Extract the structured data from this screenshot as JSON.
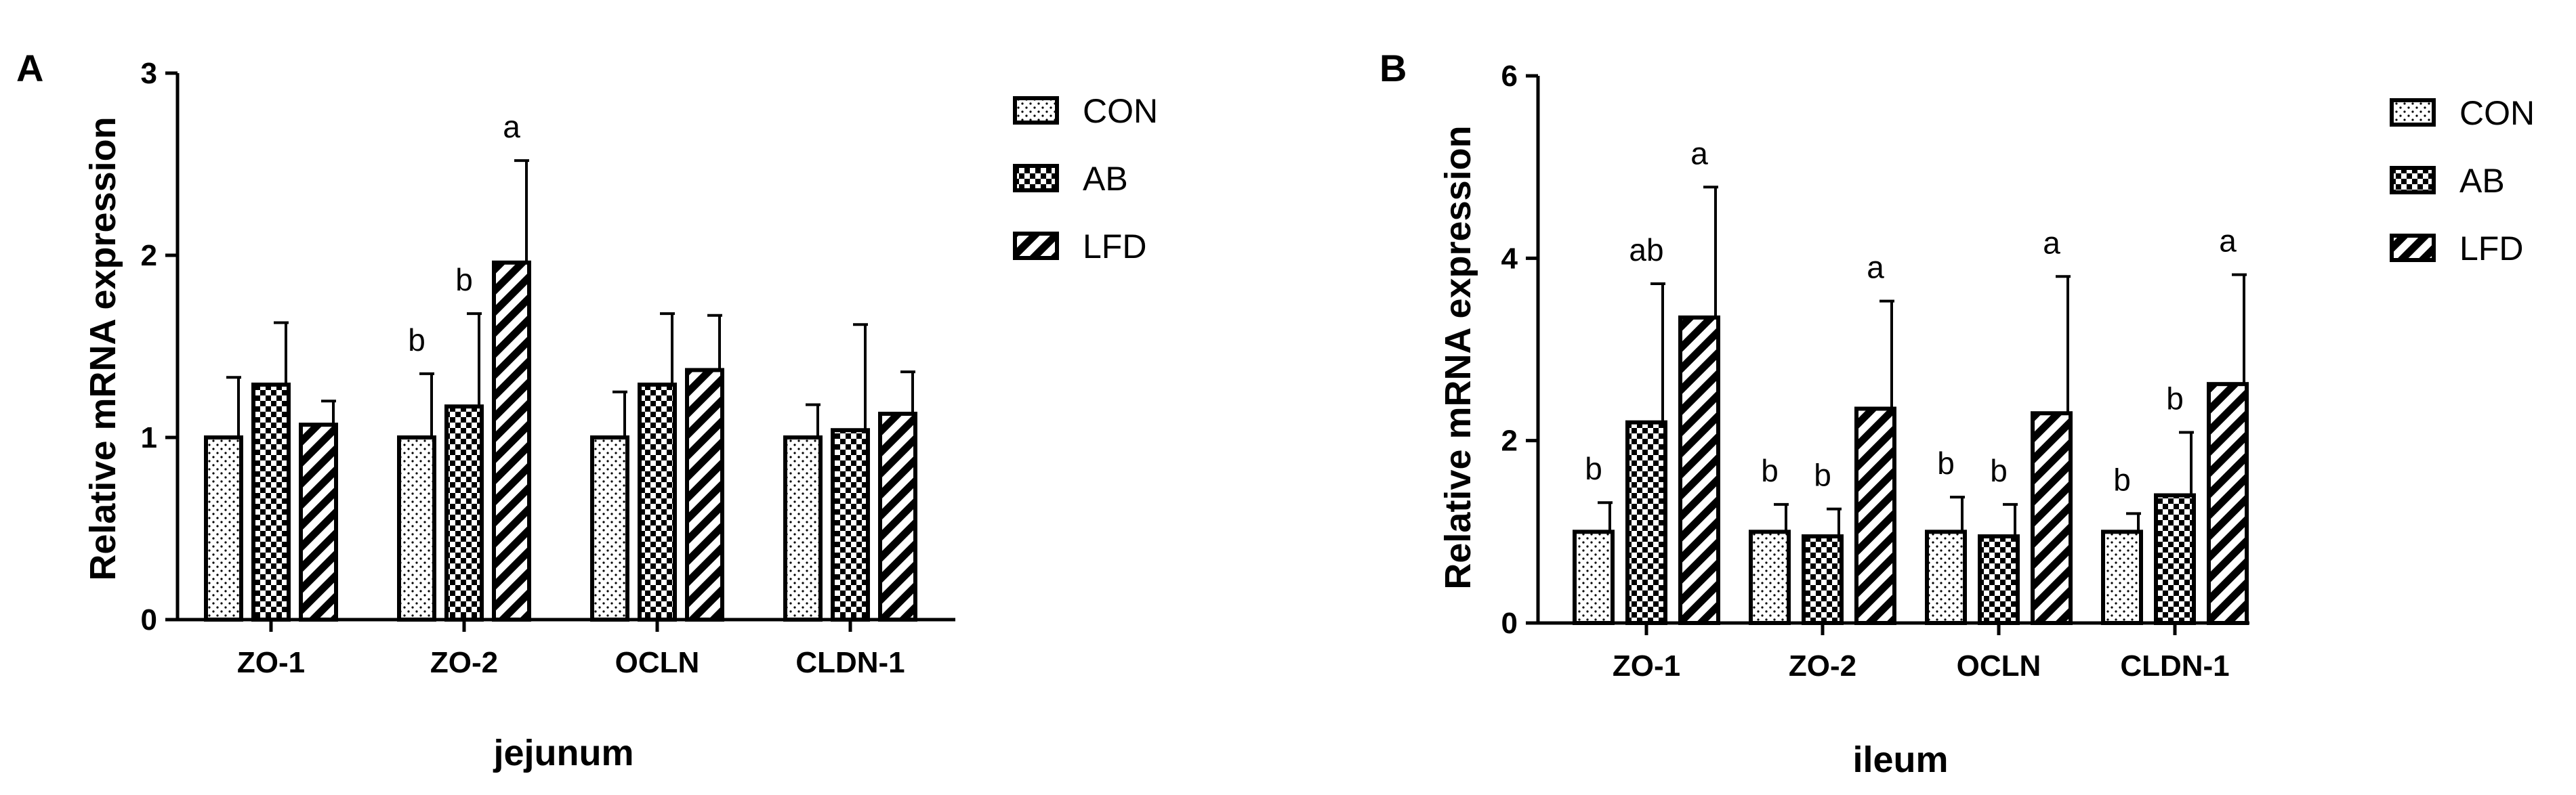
{
  "chart_data": [
    {
      "panel": "A",
      "type": "bar",
      "ylabel": "Relative mRNA expression",
      "xlabel": "jejunum",
      "ylim": [
        0,
        3
      ],
      "yticks": [
        0,
        1,
        2,
        3
      ],
      "categories": [
        "ZO-1",
        "ZO-2",
        "OCLN",
        "CLDN-1"
      ],
      "series": [
        {
          "name": "CON",
          "pattern": "dots",
          "values": [
            1.0,
            1.0,
            1.0,
            1.0
          ],
          "errors": [
            0.33,
            0.35,
            0.25,
            0.18
          ],
          "labels": [
            "",
            "b",
            "",
            ""
          ]
        },
        {
          "name": "AB",
          "pattern": "checker",
          "values": [
            1.29,
            1.17,
            1.29,
            1.04
          ],
          "errors": [
            0.34,
            0.51,
            0.39,
            0.58
          ],
          "labels": [
            "",
            "b",
            "",
            ""
          ]
        },
        {
          "name": "LFD",
          "pattern": "diagonal",
          "values": [
            1.07,
            1.96,
            1.37,
            1.13
          ],
          "errors": [
            0.13,
            0.56,
            0.3,
            0.23
          ],
          "labels": [
            "",
            "a",
            "",
            ""
          ]
        }
      ]
    },
    {
      "panel": "B",
      "type": "bar",
      "ylabel": "Relative mRNA expression",
      "xlabel": "ileum",
      "ylim": [
        0,
        6
      ],
      "yticks": [
        0,
        2,
        4,
        6
      ],
      "categories": [
        "ZO-1",
        "ZO-2",
        "OCLN",
        "CLDN-1"
      ],
      "series": [
        {
          "name": "CON",
          "pattern": "dots",
          "values": [
            1.0,
            1.0,
            1.0,
            1.0
          ],
          "errors": [
            0.32,
            0.3,
            0.38,
            0.2
          ],
          "labels": [
            "b",
            "b",
            "b",
            "b"
          ]
        },
        {
          "name": "AB",
          "pattern": "checker",
          "values": [
            2.2,
            0.95,
            0.95,
            1.4
          ],
          "errors": [
            1.52,
            0.3,
            0.35,
            0.69
          ],
          "labels": [
            "ab",
            "b",
            "b",
            "b"
          ]
        },
        {
          "name": "LFD",
          "pattern": "diagonal",
          "values": [
            3.35,
            2.35,
            2.3,
            2.62
          ],
          "errors": [
            1.43,
            1.18,
            1.5,
            1.2
          ],
          "labels": [
            "a",
            "a",
            "a",
            "a"
          ]
        }
      ]
    }
  ]
}
